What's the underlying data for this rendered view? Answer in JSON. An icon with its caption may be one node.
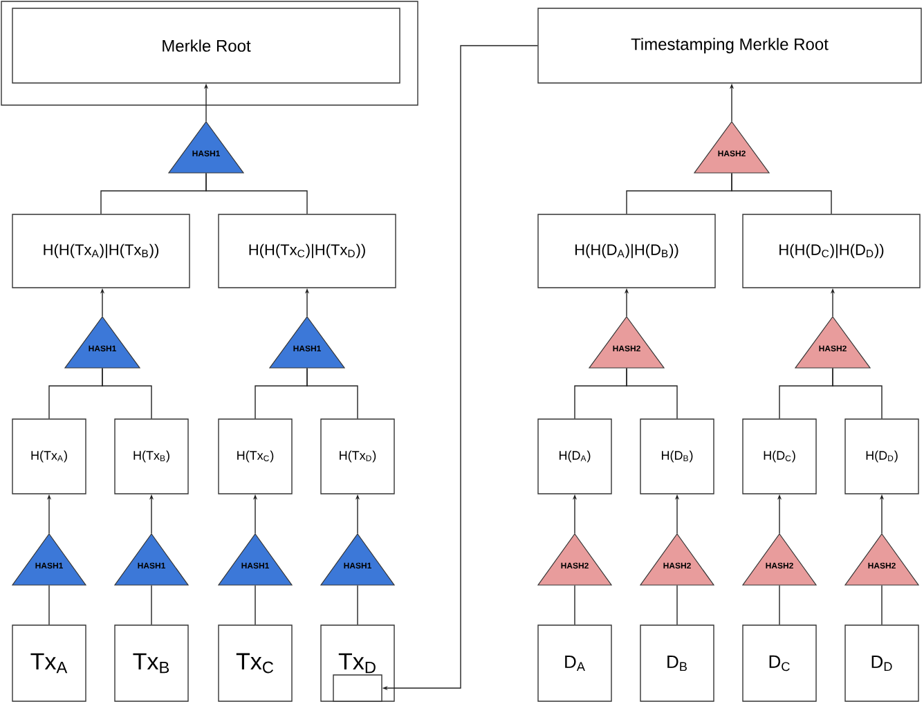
{
  "diagram": {
    "nodes": [
      {
        "text": [],
        "shape": "box"
      },
      {
        "text": [
          "Merkle Root"
        ],
        "in": 0
      },
      {
        "text": [
          "Timestamping Merkle Root"
        ]
      },
      {
        "text": [
          "HASH1"
        ]
      },
      {
        "text": [
          "HASH2"
        ]
      },
      {
        "text": [
          "H(H(Tx$_{A}$)|H(Tx$_{B}$))"
        ]
      },
      {
        "text": [
          "H(H(Tx$_{C}$)|H(Tx$_{D}$))"
        ]
      },
      {
        "text": [
          "H(H(D$_{A}$)|H(D$_{B}$))"
        ]
      },
      {
        "text": [
          "H(H(D$_{C}$)|H(D$_{D}$))"
        ]
      },
      {
        "text": [
          "HASH1"
        ]
      },
      {
        "text": [
          "HASH1"
        ]
      },
      {
        "text": [
          "HASH2"
        ]
      },
      {
        "text": [
          "HASH2"
        ]
      },
      {
        "text": [
          "H(Tx$_{A}$)"
        ]
      },
      {
        "text": [
          "H(Tx$_{B}$)"
        ]
      },
      {
        "text": [
          "H(Tx$_{C}$)"
        ]
      },
      {
        "text": [
          "H(Tx$_{D}$)"
        ]
      },
      {
        "text": [
          "H(D$_{A}$)"
        ]
      },
      {
        "text": [
          "H(D$_{B}$)"
        ]
      },
      {
        "text": [
          "H(D$_{C}$)"
        ]
      },
      {
        "text": [
          "H(D$_{D}$)"
        ]
      },
      {
        "text": [
          "HASH1"
        ]
      },
      {
        "text": [
          "HASH1"
        ]
      },
      {
        "text": [
          "HASH1"
        ]
      },
      {
        "text": [
          "HASH1"
        ]
      },
      {
        "text": [
          "HASH2"
        ]
      },
      {
        "text": [
          "HASH2"
        ]
      },
      {
        "text": [
          "HASH2"
        ]
      },
      {
        "text": [
          "HASH2"
        ]
      },
      {
        "text": [
          "Tx$_{A}$"
        ]
      },
      {
        "text": [
          "Tx$_{B}$"
        ]
      },
      {
        "text": [
          "Tx$_{C}$"
        ]
      },
      {
        "text": [
          "Tx$_{D}$"
        ]
      },
      {
        "text": [
          "D$_{A}$"
        ]
      },
      {
        "text": [
          "D$_{B}$"
        ]
      },
      {
        "text": [
          "D$_{C}$"
        ]
      },
      {
        "text": [
          "D$_{D}$"
        ]
      },
      {
        "text": [],
        "shape": "box",
        "in": 32
      }
    ],
    "edges": [
      {
        "from": 29,
        "to": 21,
        "arrow": "none"
      },
      {
        "from": 30,
        "to": 22,
        "arrow": "none"
      },
      {
        "from": 31,
        "to": 23,
        "arrow": "none"
      },
      {
        "from": 32,
        "to": 24,
        "arrow": "none"
      },
      {
        "from": 33,
        "to": 25,
        "arrow": "none"
      },
      {
        "from": 34,
        "to": 26,
        "arrow": "none"
      },
      {
        "from": 35,
        "to": 27,
        "arrow": "none"
      },
      {
        "from": 36,
        "to": 28,
        "arrow": "none"
      },
      {
        "from": 21,
        "to": 13,
        "arrow": "to"
      },
      {
        "from": 22,
        "to": 14,
        "arrow": "to"
      },
      {
        "from": 23,
        "to": 15,
        "arrow": "to"
      },
      {
        "from": 24,
        "to": 16,
        "arrow": "to"
      },
      {
        "from": 25,
        "to": 17,
        "arrow": "to"
      },
      {
        "from": 26,
        "to": 18,
        "arrow": "to"
      },
      {
        "from": 27,
        "to": 19,
        "arrow": "to"
      },
      {
        "from": 28,
        "to": 20,
        "arrow": "to"
      },
      {
        "from": 13,
        "to": 9,
        "arrow": "none"
      },
      {
        "from": 14,
        "to": 9,
        "arrow": "none"
      },
      {
        "from": 15,
        "to": 10,
        "arrow": "none"
      },
      {
        "from": 16,
        "to": 10,
        "arrow": "none"
      },
      {
        "from": 17,
        "to": 11,
        "arrow": "none"
      },
      {
        "from": 18,
        "to": 11,
        "arrow": "none"
      },
      {
        "from": 19,
        "to": 12,
        "arrow": "none"
      },
      {
        "from": 20,
        "to": 12,
        "arrow": "none"
      },
      {
        "from": 9,
        "to": 5,
        "arrow": "to"
      },
      {
        "from": 10,
        "to": 6,
        "arrow": "to"
      },
      {
        "from": 11,
        "to": 7,
        "arrow": "to"
      },
      {
        "from": 12,
        "to": 8,
        "arrow": "to"
      },
      {
        "from": 5,
        "to": 3,
        "arrow": "none"
      },
      {
        "from": 6,
        "to": 3,
        "arrow": "none"
      },
      {
        "from": 7,
        "to": 4,
        "arrow": "none"
      },
      {
        "from": 8,
        "to": 4,
        "arrow": "none"
      },
      {
        "from": 3,
        "to": 1,
        "arrow": "to"
      },
      {
        "from": 4,
        "to": 2,
        "arrow": "to"
      },
      {
        "from": 2,
        "to": 37,
        "arrow": "to"
      }
    ]
  }
}
